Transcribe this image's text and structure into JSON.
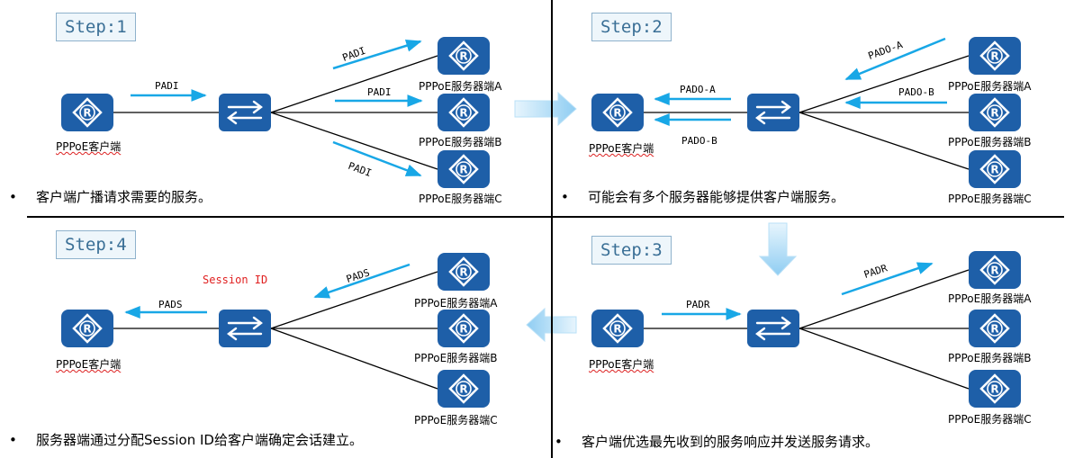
{
  "quadrants": [
    {
      "id": "q1",
      "step": "Step:1",
      "caption": "客户端广播请求需要的服务。",
      "client_label": "PPPoE客户端",
      "servers": [
        "PPPoE服务器端A",
        "PPPoE服务器端B",
        "PPPoE服务器端C"
      ],
      "messages": [
        "PADI",
        "PADI",
        "PADI",
        "PADI"
      ]
    },
    {
      "id": "q2",
      "step": "Step:2",
      "caption": "可能会有多个服务器能够提供客户端服务。",
      "client_label": "PPPoE客户端",
      "servers": [
        "PPPoE服务器端A",
        "PPPoE服务器端B",
        "PPPoE服务器端C"
      ],
      "messages": [
        "PADO-A",
        "PADO-B",
        "PADO-A",
        "PADO-B"
      ]
    },
    {
      "id": "q3",
      "step": "Step:3",
      "caption": "客户端优选最先收到的服务响应并发送服务请求。",
      "client_label": "PPPoE客户端",
      "servers": [
        "PPPoE服务器端A",
        "PPPoE服务器端B",
        "PPPoE服务器端C"
      ],
      "messages": [
        "PADR",
        "PADR"
      ]
    },
    {
      "id": "q4",
      "step": "Step:4",
      "caption": "服务器端通过分配Session ID给客户端确定会话建立。",
      "client_label": "PPPoE客户端",
      "servers": [
        "PPPoE服务器端A",
        "PPPoE服务器端B",
        "PPPoE服务器端C"
      ],
      "messages": [
        "PADS",
        "PADS"
      ],
      "session_note": "Session ID"
    }
  ],
  "bullet": "•",
  "colors": {
    "device": "#1e5fa8",
    "device_dark": "#174e8c",
    "message_arrow": "#18a7e6",
    "link": "#000000",
    "step_border": "#8fb2cc",
    "step_text": "#3a6f96",
    "flow_arrow": "#9fd4f4"
  },
  "icons": [
    "router-icon",
    "switch-icon",
    "flow-arrow-icon"
  ]
}
